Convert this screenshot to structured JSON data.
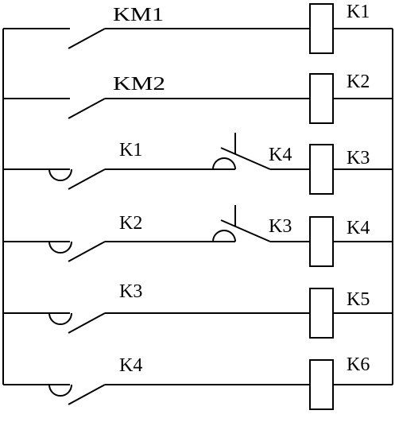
{
  "rungs": [
    {
      "contact": {
        "label": "KM1",
        "type": "normally-open"
      },
      "coil": {
        "label": "K1"
      }
    },
    {
      "contact": {
        "label": "KM2",
        "type": "normally-open"
      },
      "coil": {
        "label": "K2"
      }
    },
    {
      "contact": {
        "label": "K1",
        "type": "delay-normally-open"
      },
      "interlock": {
        "label": "K4",
        "type": "delay-normally-closed"
      },
      "coil": {
        "label": "K3"
      }
    },
    {
      "contact": {
        "label": "K2",
        "type": "delay-normally-open"
      },
      "interlock": {
        "label": "K3",
        "type": "delay-normally-closed"
      },
      "coil": {
        "label": "K4"
      }
    },
    {
      "contact": {
        "label": "K3",
        "type": "delay-normally-open"
      },
      "coil": {
        "label": "K5"
      }
    },
    {
      "contact": {
        "label": "K4",
        "type": "delay-normally-open"
      },
      "coil": {
        "label": "K6"
      }
    }
  ]
}
